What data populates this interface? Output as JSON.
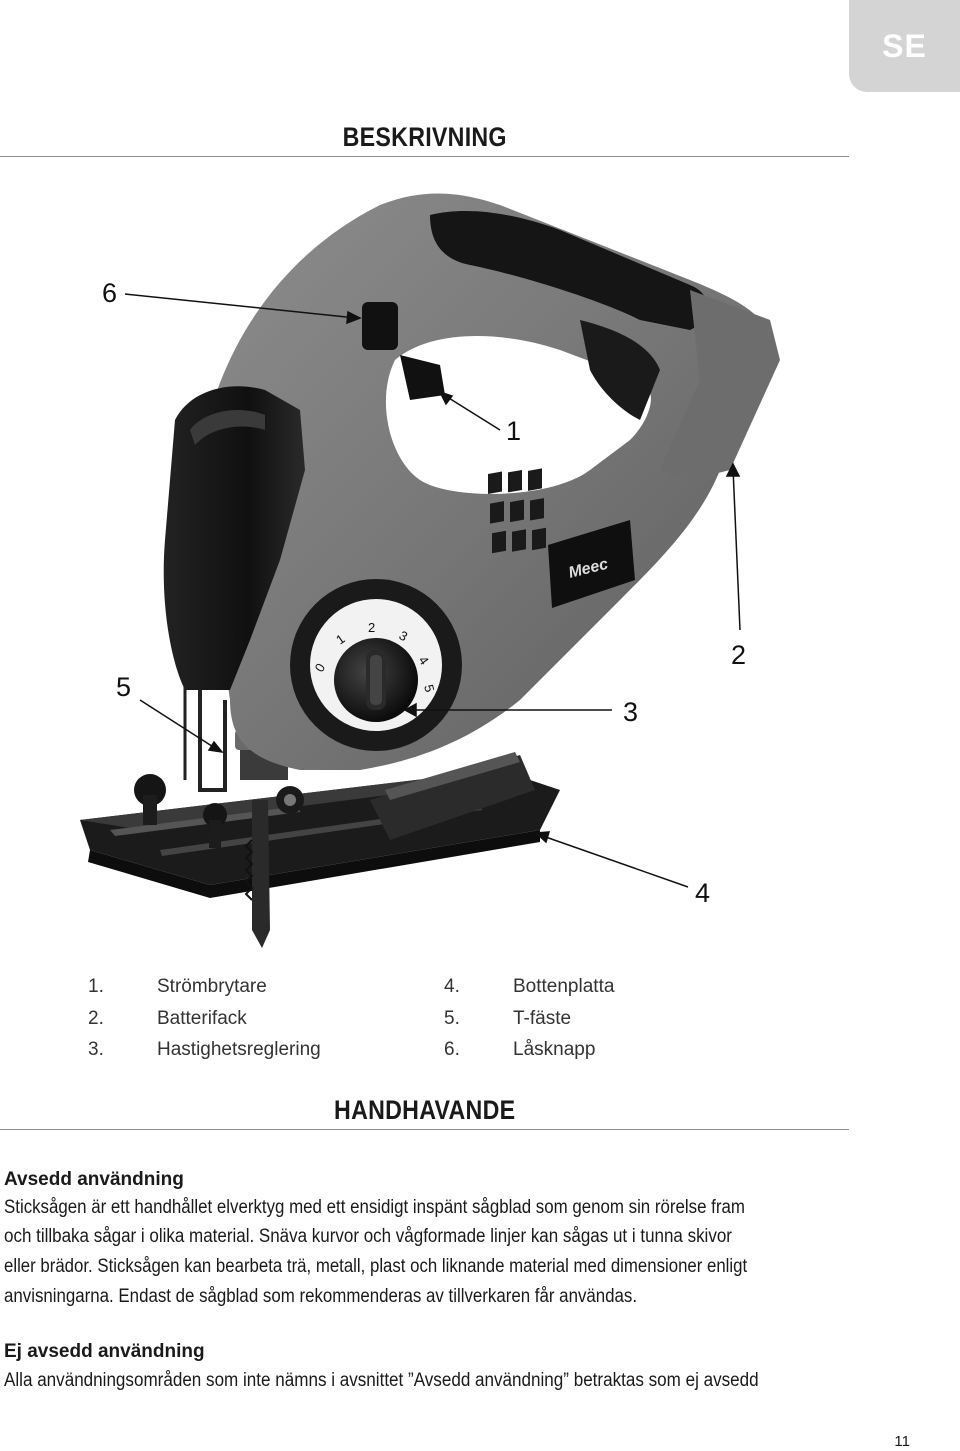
{
  "lang_tab": "SE",
  "section1": {
    "title": "BESKRIVNING"
  },
  "callouts": [
    "1",
    "2",
    "3",
    "4",
    "5",
    "6"
  ],
  "brand": "Meec",
  "dial_numbers": [
    "0",
    "1",
    "2",
    "3",
    "4",
    "5"
  ],
  "legend": [
    {
      "num": "1.",
      "label": "Strömbrytare"
    },
    {
      "num": "2.",
      "label": "Batterifack"
    },
    {
      "num": "3.",
      "label": "Hastighetsreglering"
    },
    {
      "num": "4.",
      "label": "Bottenplatta"
    },
    {
      "num": "5.",
      "label": "T-fäste"
    },
    {
      "num": "6.",
      "label": "Låsknapp"
    }
  ],
  "section2": {
    "title": "HANDHAVANDE"
  },
  "intended_use": {
    "heading": "Avsedd användning",
    "lines": [
      "Sticksågen är ett handhållet elverktyg med ett ensidigt inspänt sågblad som genom sin rörelse fram",
      "och tillbaka sågar i olika material. Snäva kurvor och vågformade linjer kan sågas ut i tunna skivor",
      "eller brädor. Sticksågen kan bearbeta trä, metall, plast och liknande material med dimensioner enligt",
      "anvisningarna. Endast de sågblad som rekommenderas av tillverkaren får användas."
    ]
  },
  "non_intended_use": {
    "heading": "Ej avsedd användning",
    "lines": [
      "Alla användningsområden som inte nämns i avsnittet ”Avsedd användning” betraktas som ej avsedd"
    ]
  },
  "page_number": "11"
}
